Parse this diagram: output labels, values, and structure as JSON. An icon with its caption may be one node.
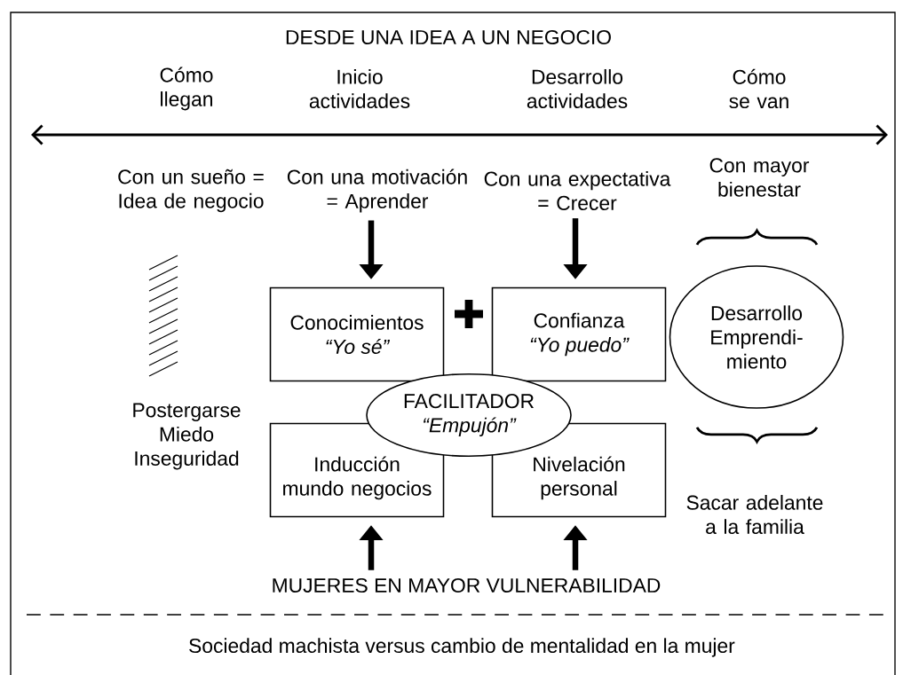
{
  "diagram": {
    "title": "DESDE UNA IDEA A UN NEGOCIO",
    "nodes": [
      {
        "text": [
          "Con una motivación = Aprender"
        ]
      },
      {
        "text": [
          "Con una expectativa = Crecer"
        ]
      },
      {
        "text": [
          "Conocimientos",
          "“Yo sé”"
        ]
      },
      {
        "text": [
          "Confianza",
          "“Yo puedo”"
        ]
      },
      {
        "text": [
          "FACILITADOR",
          "“Empujón”"
        ]
      },
      {
        "text": [
          "Desarrollo Emprendi- miento"
        ]
      },
      {
        "text": [
          "Inducción mundo negocios"
        ]
      },
      {
        "text": [
          "Nivelación personal"
        ]
      },
      {
        "text": [
          "MUJERES EN MAYOR VULNERABILIDAD"
        ]
      }
    ],
    "edges": [
      {
        "from": 0,
        "to": 2,
        "arrow": "to"
      },
      {
        "from": 1,
        "to": 3,
        "arrow": "to"
      },
      {
        "from": 8,
        "to": 6,
        "arrow": "to"
      },
      {
        "from": 8,
        "to": 7,
        "arrow": "to"
      }
    ],
    "labels": [
      "Cómo llegan",
      "Inicio actividades",
      "Desarrollo actividades",
      "Cómo se van",
      "Con un sueño = Idea de negocio",
      "Con mayor bienestar",
      "Postergarse Miedo Inseguridad",
      "Sacar adelante a la familia",
      "Sociedad machista versus cambio de mentalidad en la mujer"
    ]
  }
}
